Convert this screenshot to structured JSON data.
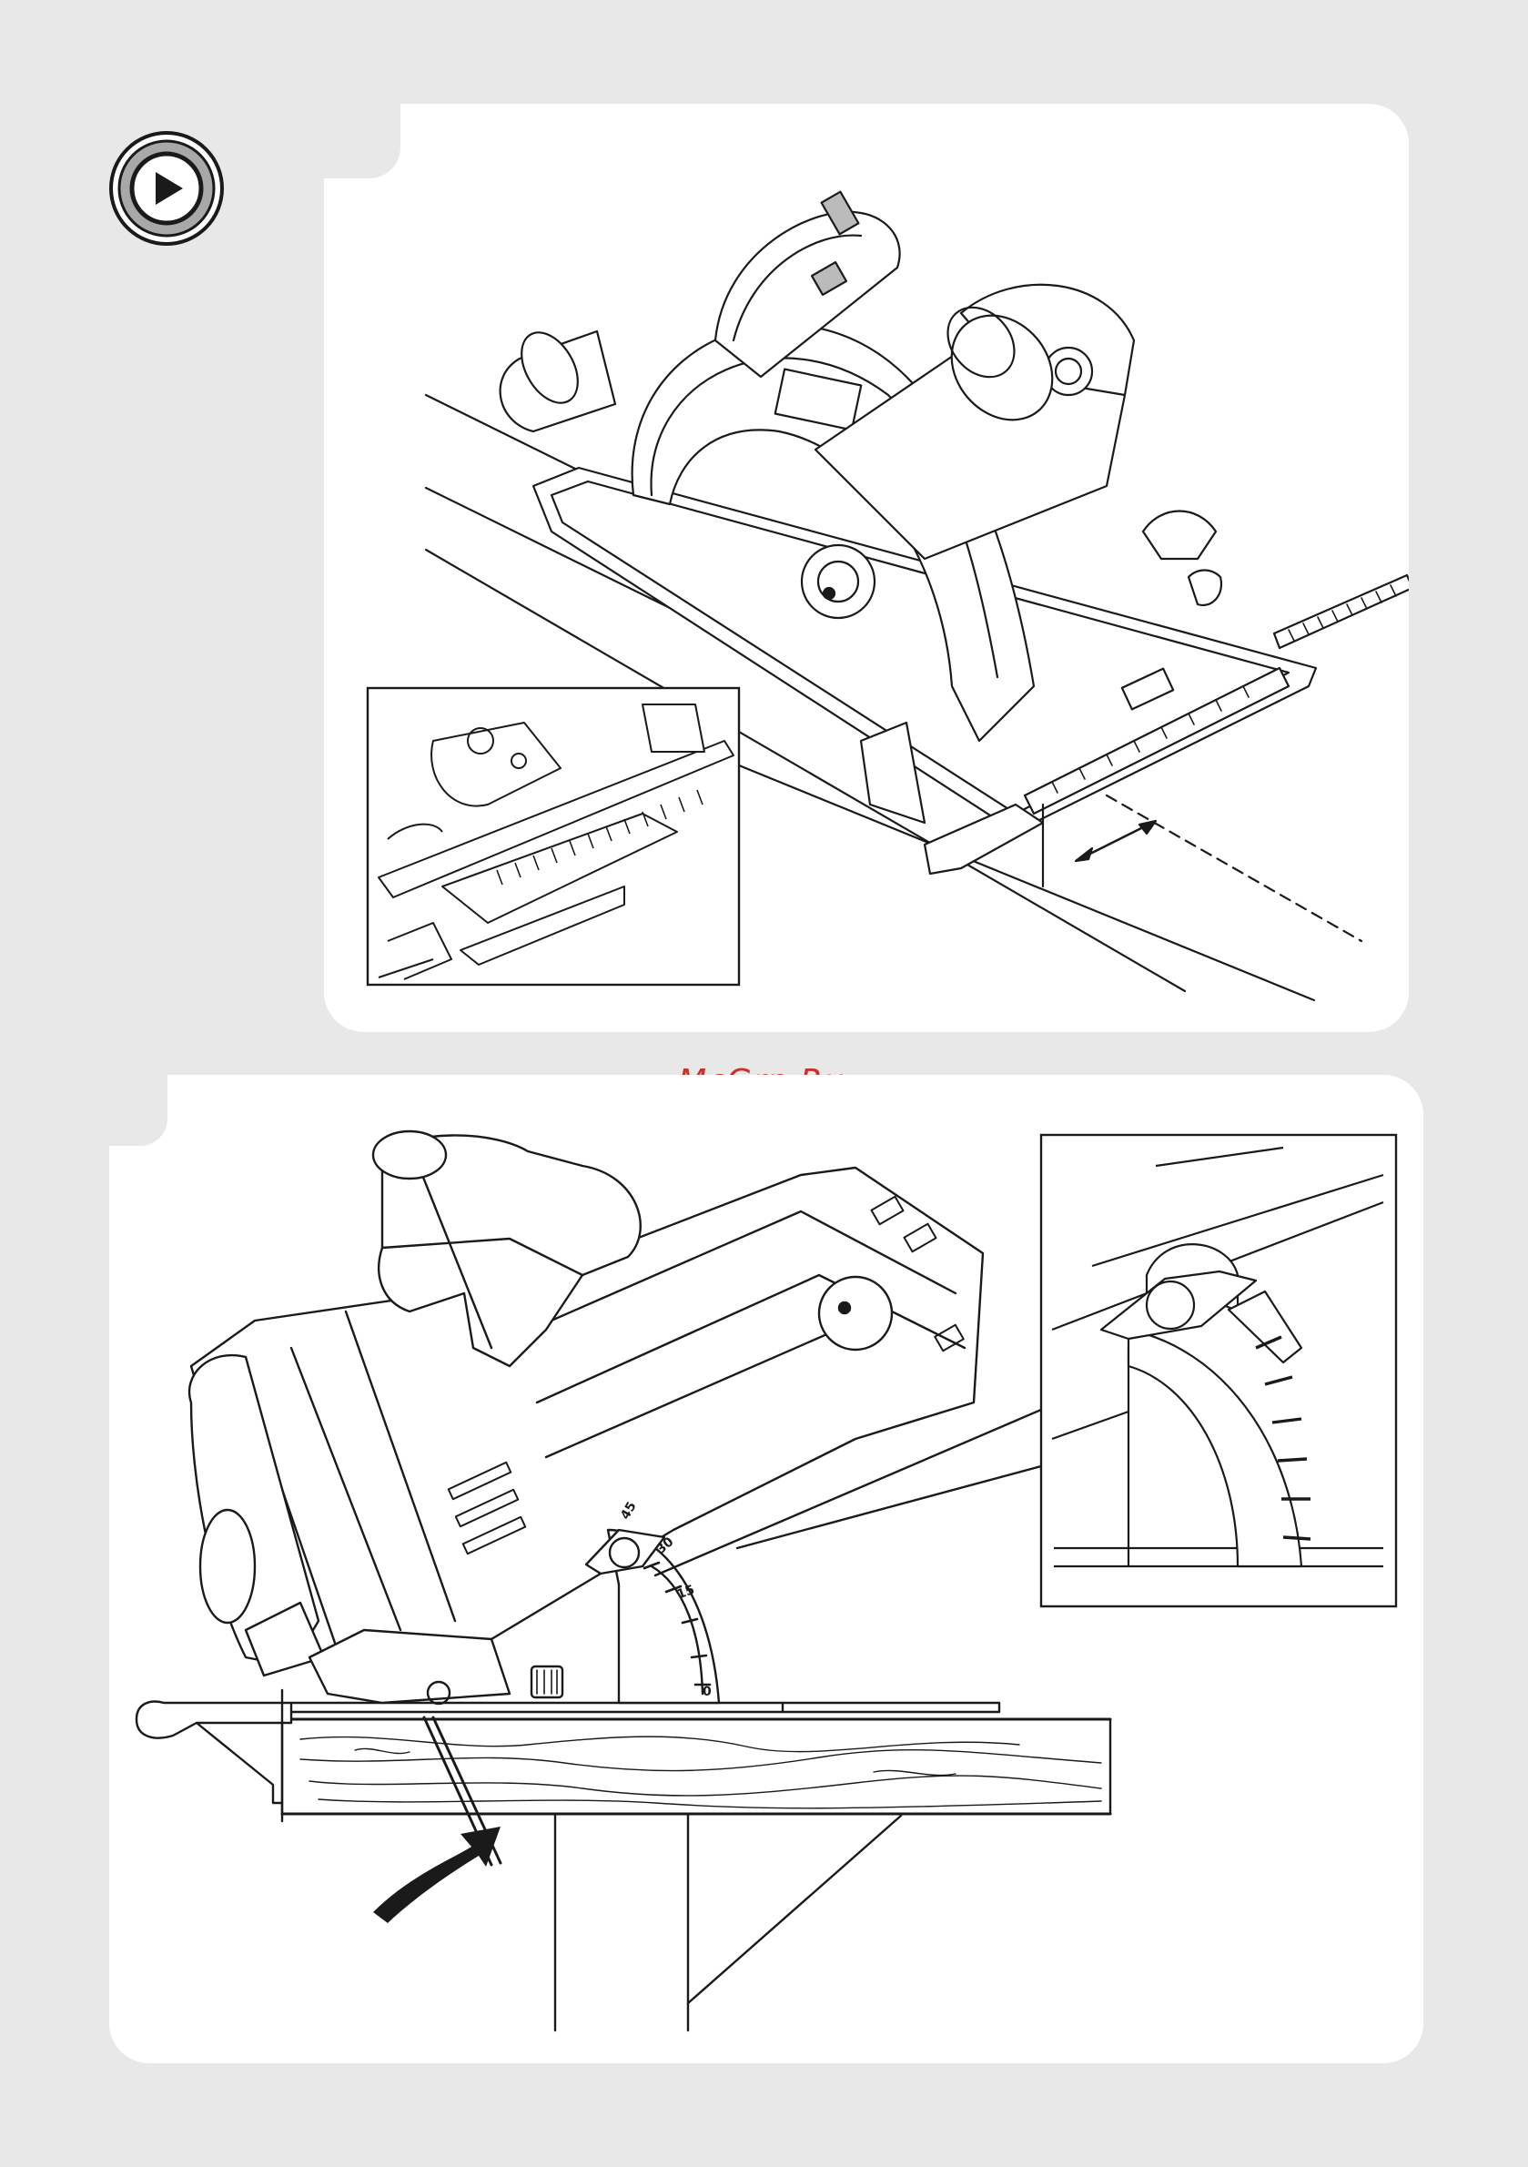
{
  "watermark": {
    "text": "McGrp.Ru",
    "color": "#c8322c"
  },
  "controls": {
    "play_icon": "play-icon"
  },
  "figures": [
    {
      "subject": "circular saw with parallel guide",
      "icons": [
        "circular-saw-icon",
        "parallel-guide-icon",
        "double-arrow-icon",
        "dashed-cut-line-icon"
      ]
    },
    {
      "subject": "circular saw tilted for bevel cut",
      "bevel_scale_labels": [
        "45",
        "30",
        "15",
        "0"
      ],
      "icons": [
        "bevel-scale-icon",
        "wing-knob-icon",
        "curved-arrow-icon",
        "wood-grain-icon"
      ]
    }
  ],
  "colors": {
    "background": "#e8e8e8",
    "panel": "#ffffff",
    "line": "#1a1a1a"
  }
}
